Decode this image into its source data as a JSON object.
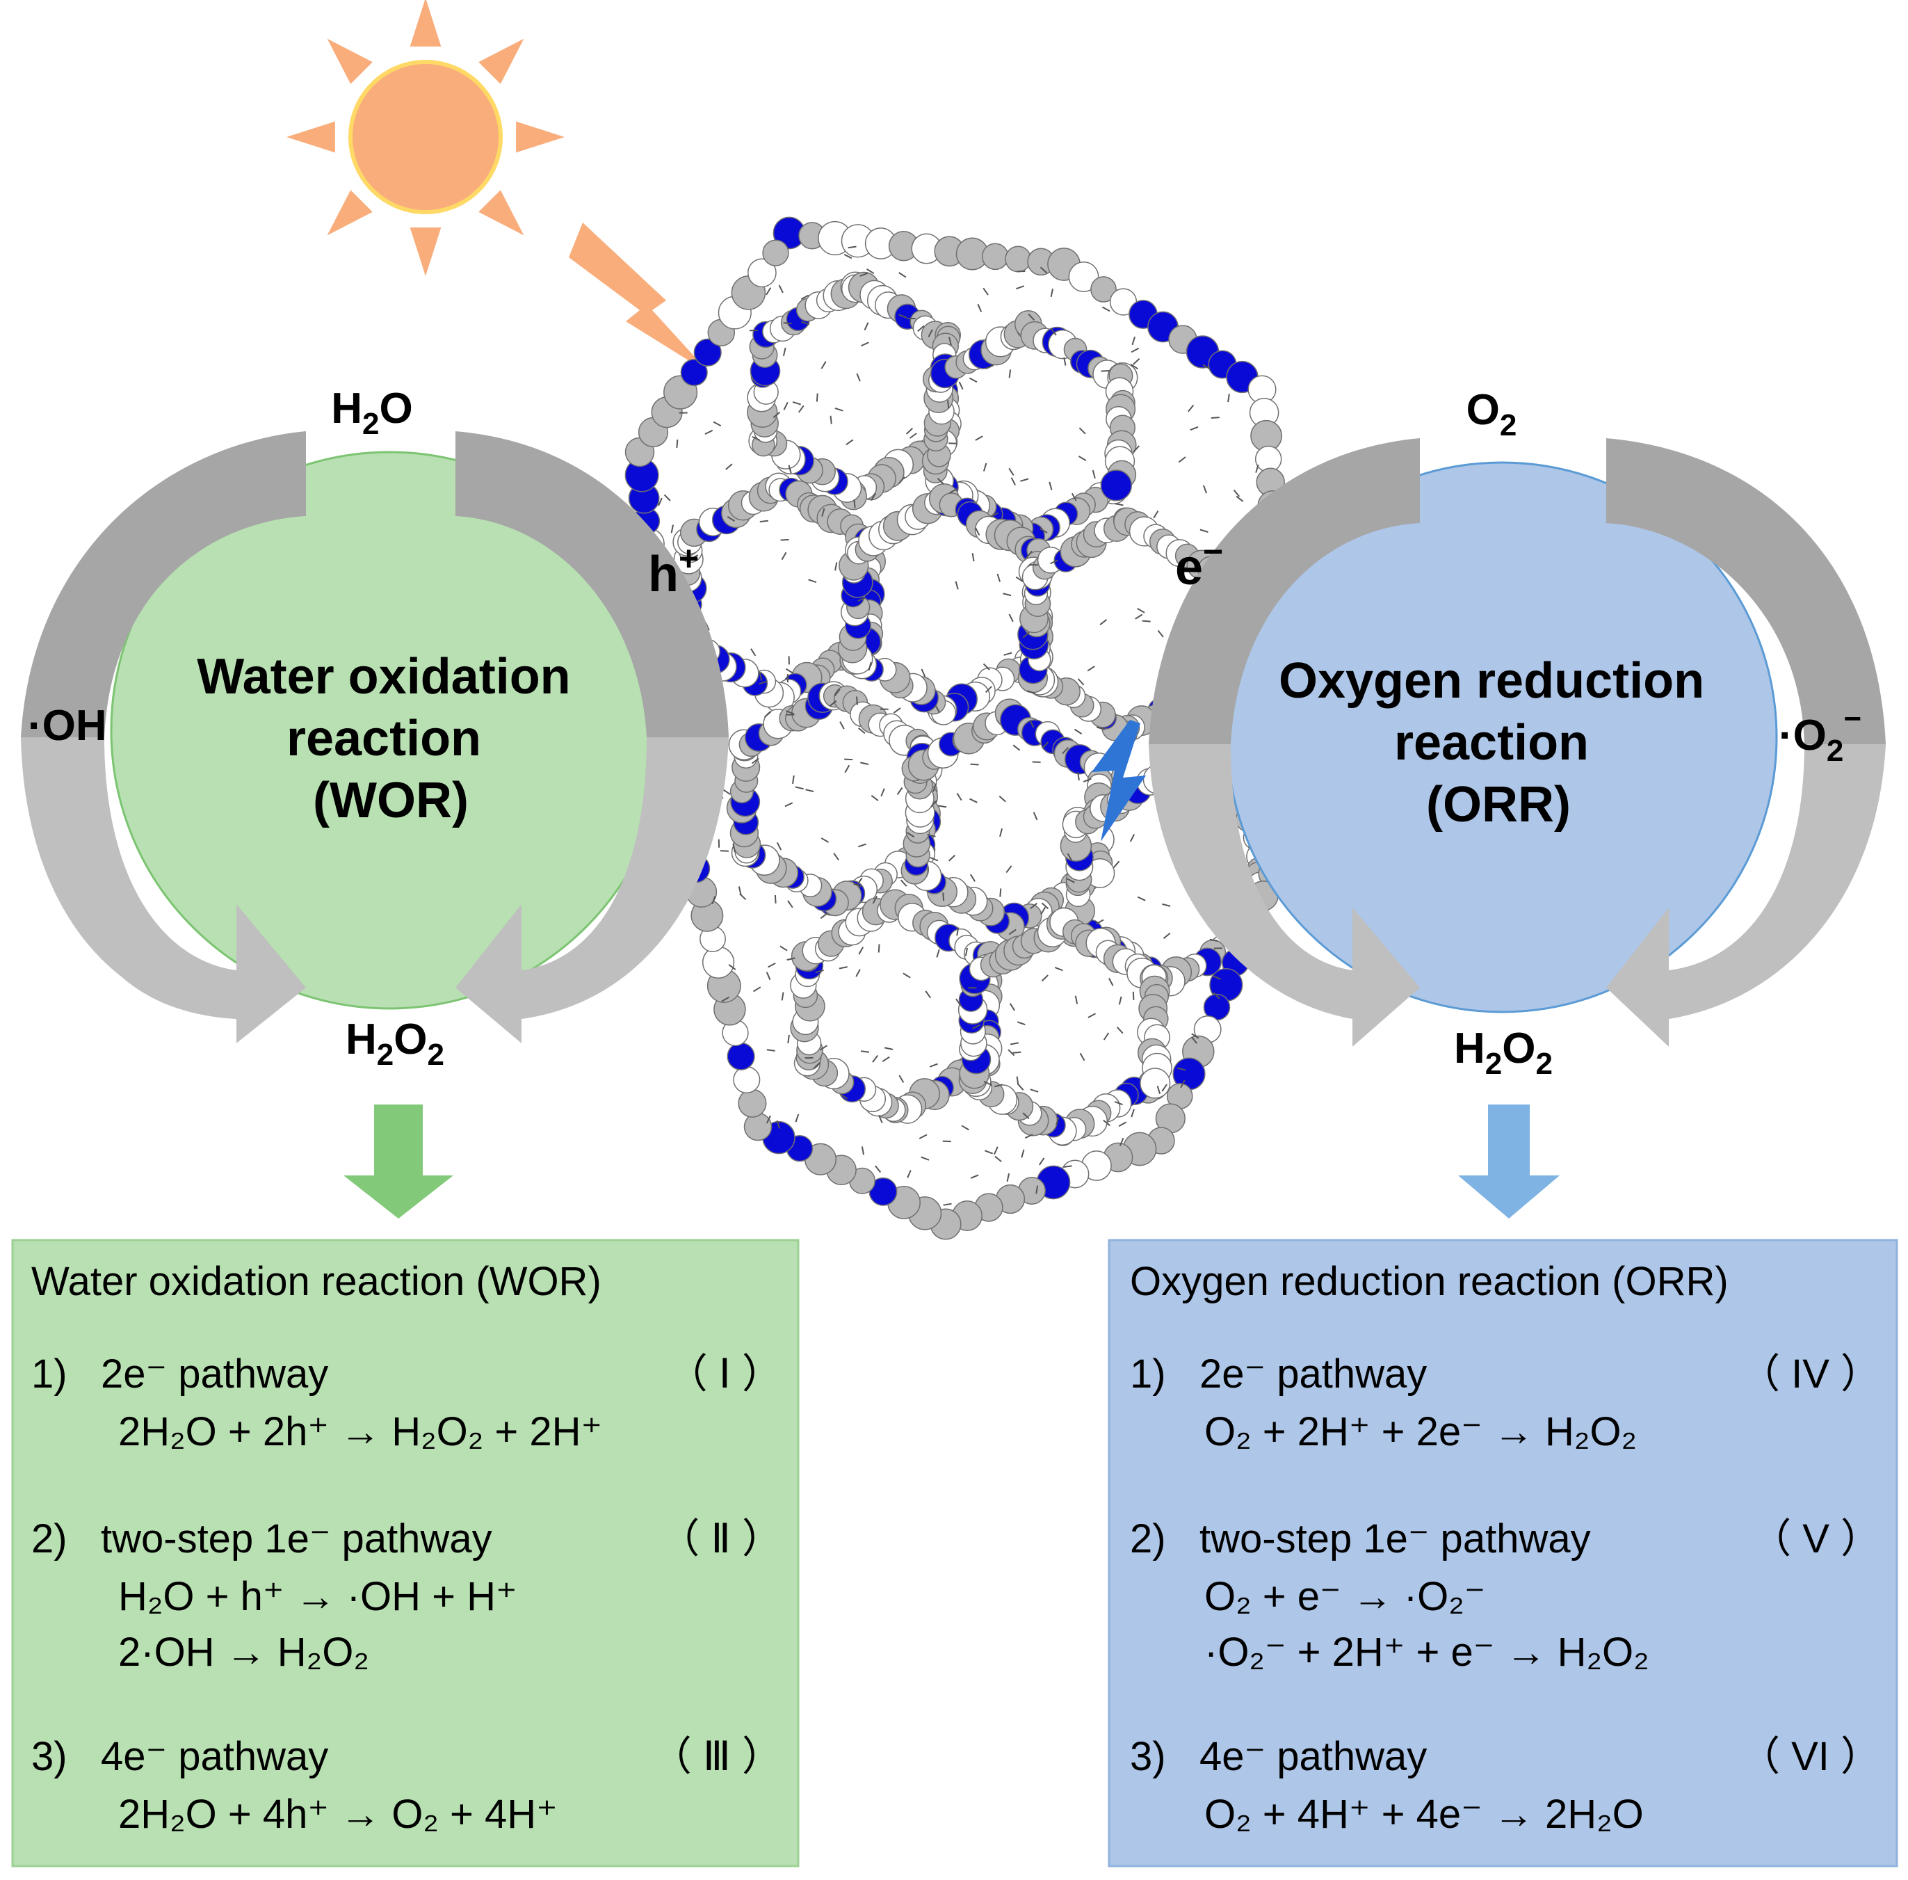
{
  "colors": {
    "wor_fill": "#b8e0b2",
    "wor_stroke": "#7cc472",
    "orr_fill": "#aec6e7",
    "orr_stroke": "#5b9bd5",
    "sun": "#f9ad7b",
    "sun_stroke": "#ffd966",
    "arrow_gray": "#bfbfbf",
    "arrow_dark": "#a6a6a6",
    "green_arrow": "#82c97a",
    "blue_arrow": "#7eb3e3",
    "nitrogen": "#0a0ad6",
    "carbon": "#b8b8b8"
  },
  "wor": {
    "circle_lines": [
      "Water oxidation",
      "reaction",
      "(WOR)"
    ],
    "top": {
      "main": "H",
      "sub": "2",
      "tail": "O"
    },
    "left": "·OH",
    "bottom": {
      "a": "H",
      "s1": "2",
      "b": "O",
      "s2": "2"
    },
    "carrier": {
      "main": "h",
      "sup": "+"
    }
  },
  "orr": {
    "circle_lines": [
      "Oxygen reduction",
      "reaction",
      "(ORR)"
    ],
    "top": {
      "main": "O",
      "sub": "2"
    },
    "right": {
      "pre": "·O",
      "sub": "2",
      "sup": "−"
    },
    "bottom": {
      "a": "H",
      "s1": "2",
      "b": "O",
      "s2": "2"
    },
    "carrier": {
      "main": "e",
      "sup": "−"
    }
  },
  "wor_panel": {
    "title": "Water oxidation  reaction  (WOR)",
    "items": [
      {
        "num": "1)",
        "label": "2e⁻ pathway",
        "roman": "（ Ⅰ ）",
        "eqs": [
          "2H₂O + 2h⁺ → H₂O₂ + 2H⁺"
        ]
      },
      {
        "num": "2)",
        "label": "two-step 1e⁻ pathway",
        "roman": "（ Ⅱ ）",
        "eqs": [
          "H₂O + h⁺ → ·OH + H⁺",
          "2·OH → H₂O₂"
        ]
      },
      {
        "num": "3)",
        "label": "4e⁻ pathway",
        "roman": "（ Ⅲ ）",
        "eqs": [
          "2H₂O + 4h⁺ → O₂ + 4H⁺"
        ]
      }
    ]
  },
  "orr_panel": {
    "title": "Oxygen  reduction  reaction  (ORR)",
    "items": [
      {
        "num": "1)",
        "label": "2e⁻ pathway",
        "roman": "（ IV ）",
        "eqs": [
          "O₂ + 2H⁺ + 2e⁻ → H₂O₂"
        ]
      },
      {
        "num": "2)",
        "label": "two-step 1e⁻ pathway",
        "roman": "（ V ）",
        "eqs": [
          "O₂ + e⁻ → ·O₂⁻",
          "·O₂⁻ + 2H⁺ + e⁻ → H₂O₂"
        ]
      },
      {
        "num": "3)",
        "label": "4e⁻ pathway",
        "roman": "（ VI ）",
        "eqs": [
          "O₂ + 4H⁺ + 4e⁻ → 2H₂O"
        ]
      }
    ]
  }
}
